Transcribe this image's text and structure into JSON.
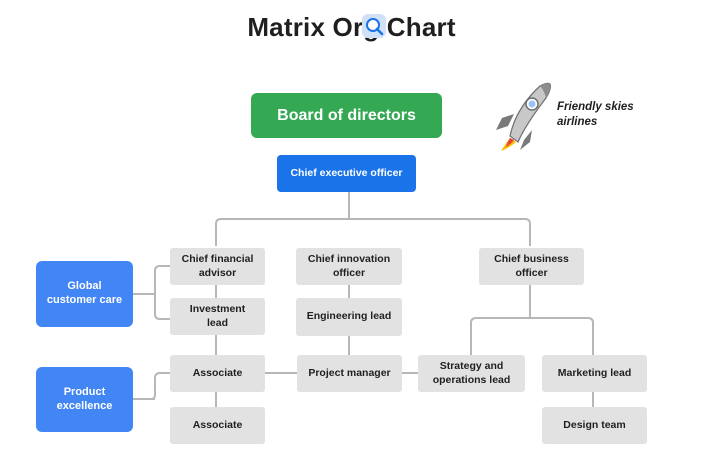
{
  "title": "Matrix Org Chart",
  "brand": {
    "line1": "Friendly skies",
    "line2": "airlines"
  },
  "nodes": {
    "board": "Board of directors",
    "ceo": "Chief executive officer",
    "cfa_1": "Chief financial",
    "cfa_2": "advisor",
    "cio_1": "Chief innovation",
    "cio_2": "officer",
    "cbo_1": "Chief business",
    "cbo_2": "officer",
    "investment_1": "Investment",
    "investment_2": "lead",
    "engineering": "Engineering lead",
    "associate_1": "Associate",
    "associate_2": "Associate",
    "project_manager": "Project manager",
    "strategy_1": "Strategy and",
    "strategy_2": "operations lead",
    "marketing": "Marketing lead",
    "design": "Design team",
    "global_1": "Global",
    "global_2": "customer care",
    "product_1": "Product",
    "product_2": "excellence"
  },
  "colors": {
    "board": "#34a853",
    "ceo": "#1a73e8",
    "side_units": "#4285f4",
    "role_box": "#e2e2e2",
    "connector": "#b7b7b7"
  },
  "icons": [
    "magnifier-icon",
    "rocket-icon"
  ]
}
